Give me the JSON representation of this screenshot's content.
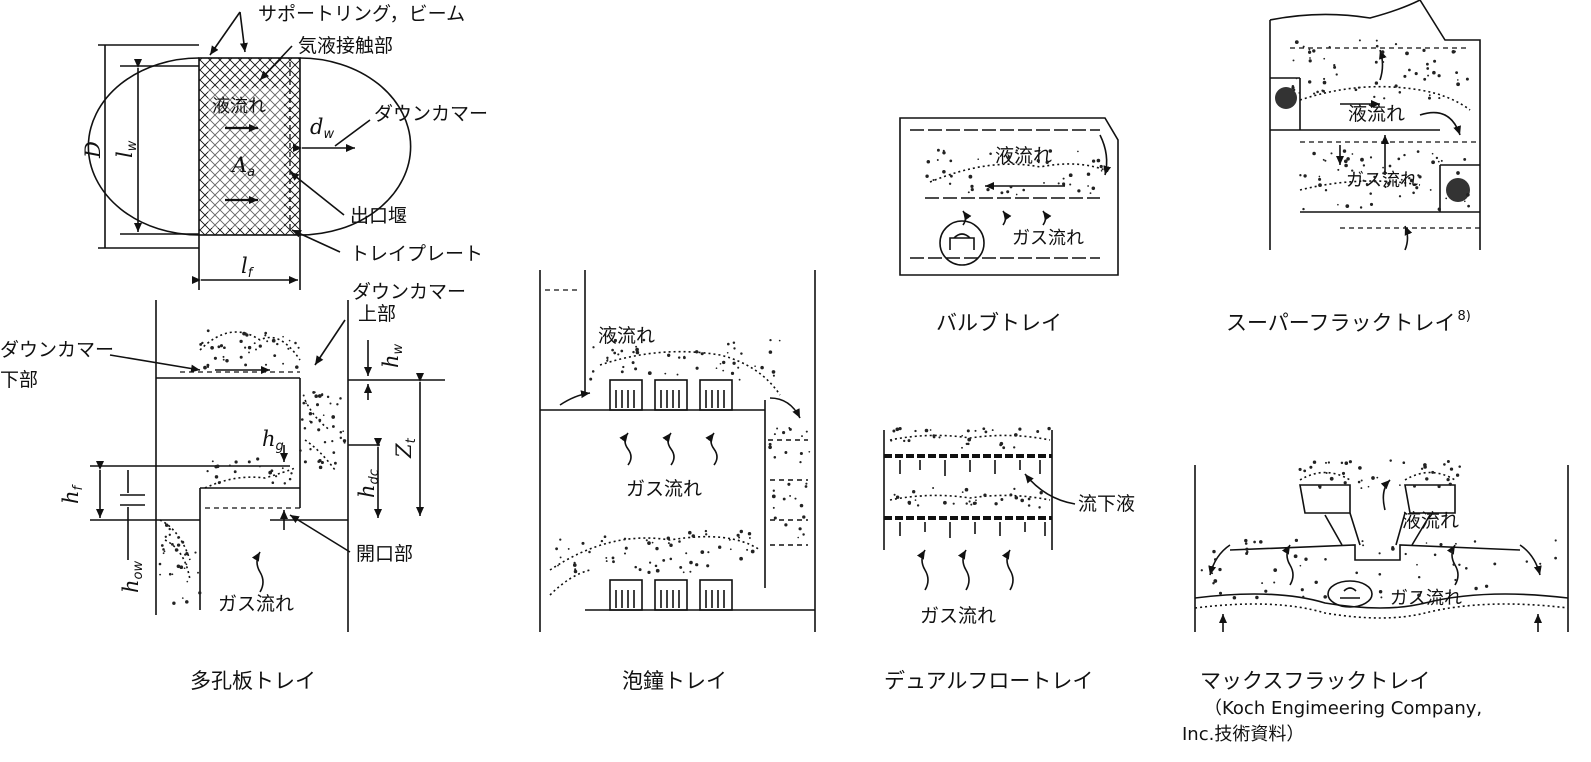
{
  "sieve": {
    "support_ring": "サポートリング，ビーム",
    "contact_zone": "気液接触部",
    "liquid_flow": "液流れ",
    "downcomer": "ダウンカマー",
    "sym_D": "D",
    "sym_lw_main": "l",
    "sym_lw_sub": "w",
    "sym_dw_main": "d",
    "sym_dw_sub": "w",
    "sym_Aa_main": "A",
    "sym_Aa_sub": "a",
    "outlet_weir": "出口堰",
    "tray_plate": "トレイプレート",
    "sym_lf_main": "l",
    "sym_lf_sub": "f",
    "downcomer_top_1": "ダウンカマー",
    "downcomer_top_2": "上部",
    "downcomer_bottom_1": "ダウンカマー",
    "downcomer_bottom_2": "下部",
    "sym_hw_main": "h",
    "sym_hw_sub": "w",
    "sym_hg_main": "h",
    "sym_hg_sub": "g",
    "sym_hdc_main": "h",
    "sym_hdc_sub": "dc",
    "sym_Zt_main": "Z",
    "sym_Zt_sub": "t",
    "sym_hf_main": "h",
    "sym_hf_sub": "f",
    "sym_how_main": "h",
    "sym_how_sub": "ow",
    "opening": "開口部",
    "gas_flow": "ガス流れ",
    "caption": "多孔板トレイ"
  },
  "bubble": {
    "liquid_flow": "液流れ",
    "gas_flow": "ガス流れ",
    "caption": "泡鐘トレイ"
  },
  "valve": {
    "liquid_flow": "液流れ",
    "gas_flow": "ガス流れ",
    "caption": "バルブトレイ"
  },
  "superfrac": {
    "liquid_flow": "液流れ",
    "gas_flow": "ガス流れ",
    "caption": "スーパーフラックトレイ",
    "footnote": "8)"
  },
  "dualflow": {
    "falling_liquid": "流下液",
    "gas_flow": "ガス流れ",
    "caption": "デュアルフロートレイ"
  },
  "maxfrac": {
    "liquid_flow": "液流れ",
    "gas_flow": "ガス流れ",
    "caption": "マックスフラックトレイ",
    "credit_1": "（Koch Engimeering Company,",
    "credit_2": "Inc.技術資料）"
  }
}
